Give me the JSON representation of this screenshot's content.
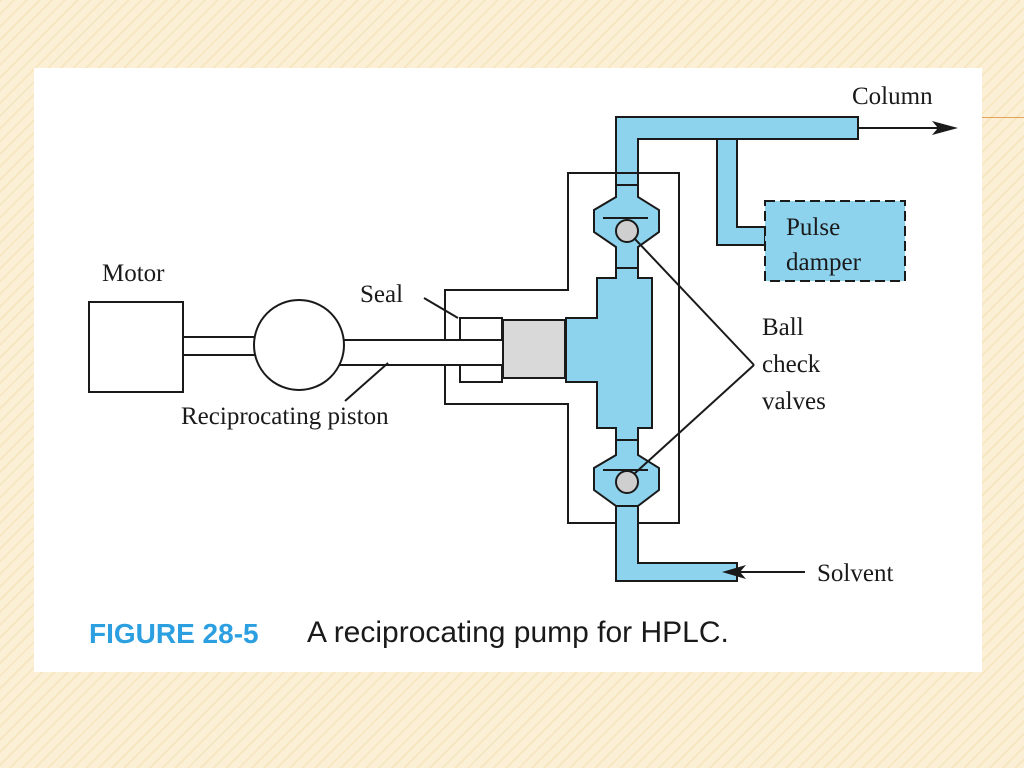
{
  "labels": {
    "column": "Column",
    "pulse_damper_line1": "Pulse",
    "pulse_damper_line2": "damper",
    "motor": "Motor",
    "seal": "Seal",
    "ball_line1": "Ball",
    "ball_line2": "check",
    "ball_line3": "valves",
    "reciprocating_piston": "Reciprocating piston",
    "solvent": "Solvent"
  },
  "caption": {
    "figure_number": "FIGURE 28-5",
    "text": "A reciprocating pump for HPLC."
  },
  "colors": {
    "fluid": "#8dd3ee",
    "piston_head": "#d9d9d9",
    "ball": "#cfcfcf",
    "outline": "#1a1a1a",
    "caption_accent": "#2b9fe0",
    "slide_accent": "#e3a45a"
  }
}
